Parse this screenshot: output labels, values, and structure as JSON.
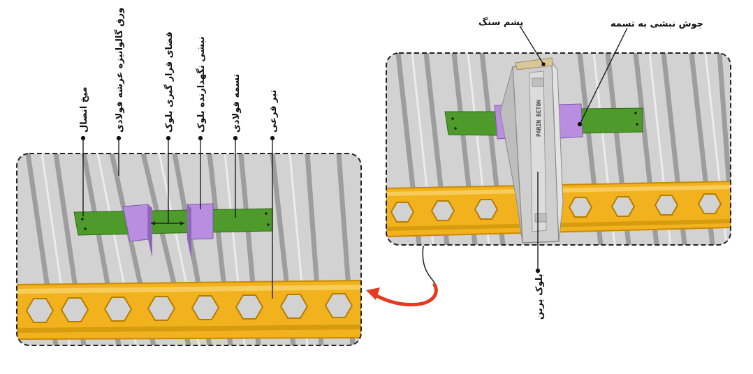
{
  "left_detail": {
    "labels": {
      "connection_nail": "میخ اتصال",
      "galvanized_deck": "ورق گالوانیزه عرشه فولادی",
      "block_seat_space": "فضای قرار گیری بلوک",
      "block_holder_tab": "نبشی نگهدارنده بلوک",
      "steel_strap": "تسمه فولادی",
      "castellated_beam": "تیر فرعی"
    }
  },
  "right_detail": {
    "labels": {
      "rock_wool": "پشم سنگ",
      "weld_angle_to_strap": "جوش نبشی به تسمه",
      "parin_block": "بلوک پرین"
    },
    "block_stamp": "PARIN BETON"
  },
  "colors": {
    "deck": "#c9c9c9",
    "deck_rib": "#8e8e8e",
    "strap_green": "#4e9a2a",
    "angle_purple": "#b98ee0",
    "beam_yellow": "#f2b21e",
    "beam_edge": "#c98a00",
    "block_grey": "#d6d6d6",
    "arrow_red": "#e53920"
  }
}
